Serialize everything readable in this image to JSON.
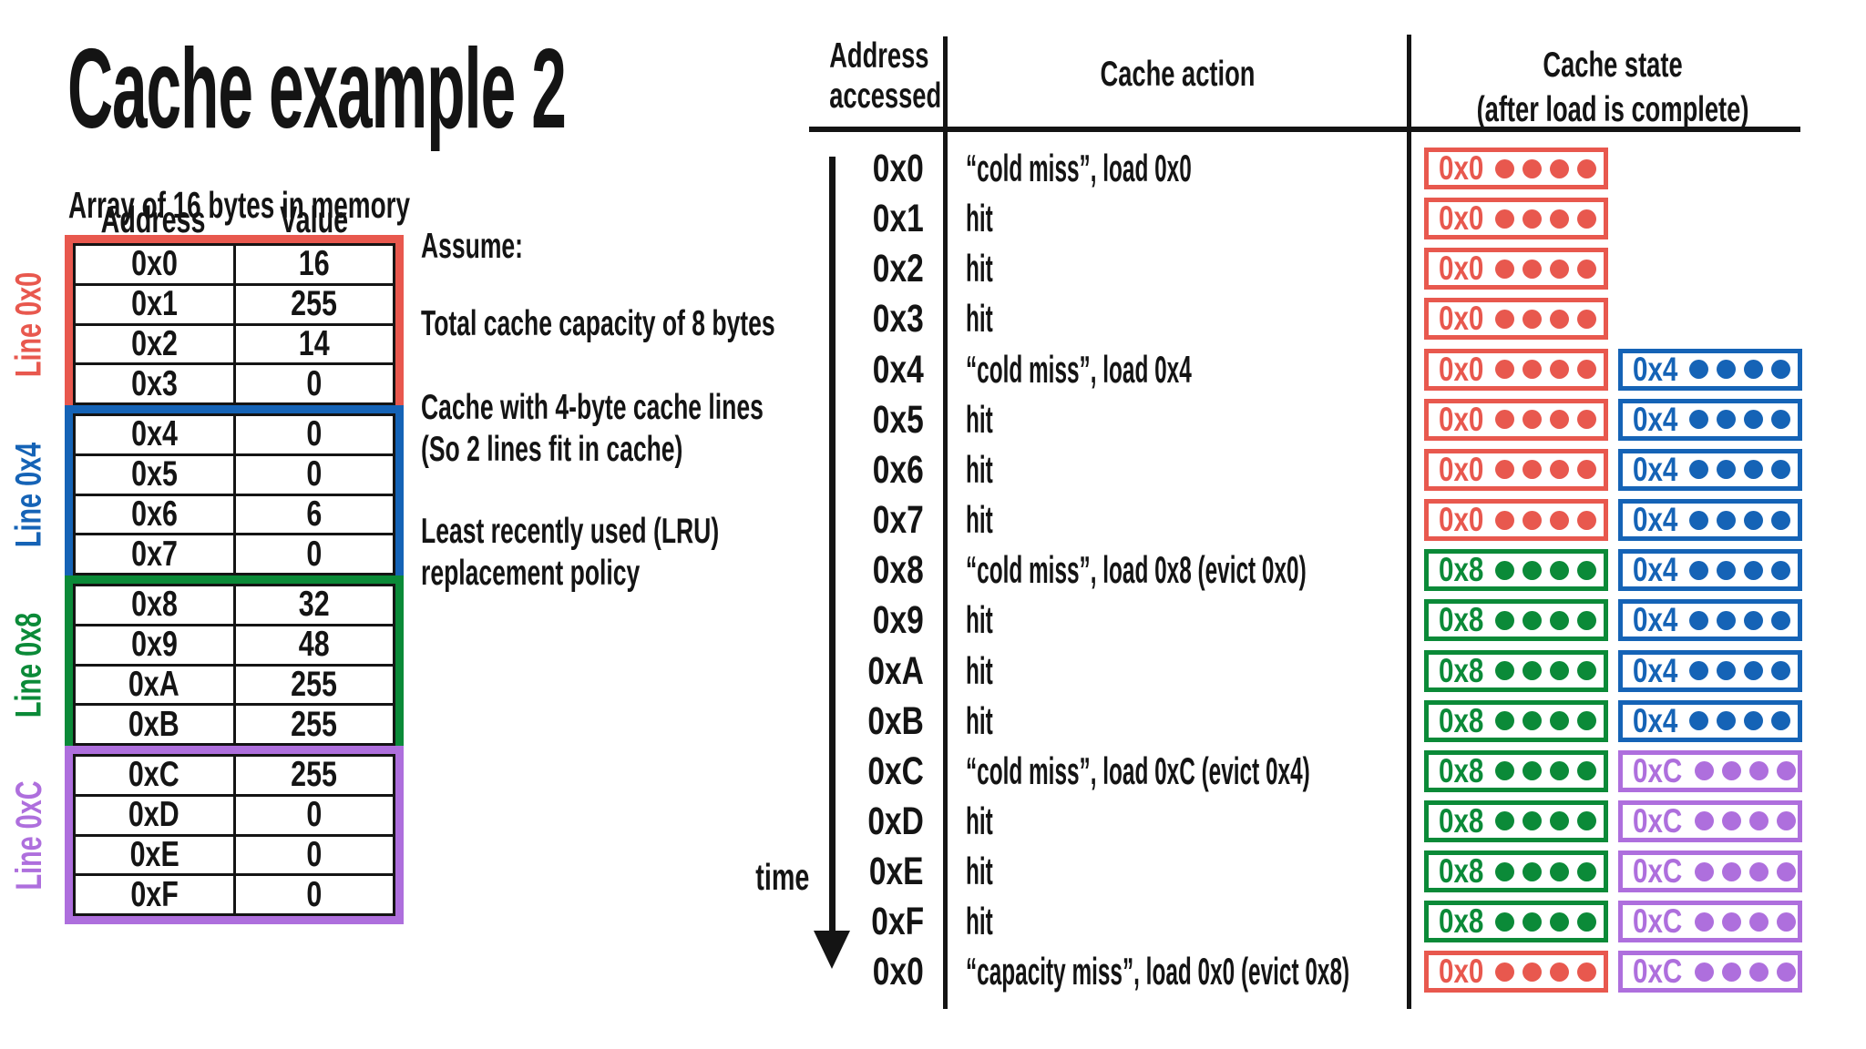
{
  "title": "Cache example 2",
  "colors": {
    "red": "#e8584e",
    "blue": "#1563b6",
    "green": "#0b8a38",
    "purple": "#ae6fdd",
    "ink": "#141414"
  },
  "memory": {
    "subtitle": "Array of 16 bytes in memory",
    "address_header": "Address",
    "value_header": "Value",
    "groups": [
      {
        "label": "Line 0x0",
        "color_key": "red",
        "rows": [
          {
            "addr": "0x0",
            "value": "16"
          },
          {
            "addr": "0x1",
            "value": "255"
          },
          {
            "addr": "0x2",
            "value": "14"
          },
          {
            "addr": "0x3",
            "value": "0"
          }
        ]
      },
      {
        "label": "Line 0x4",
        "color_key": "blue",
        "rows": [
          {
            "addr": "0x4",
            "value": "0"
          },
          {
            "addr": "0x5",
            "value": "0"
          },
          {
            "addr": "0x6",
            "value": "6"
          },
          {
            "addr": "0x7",
            "value": "0"
          }
        ]
      },
      {
        "label": "Line 0x8",
        "color_key": "green",
        "rows": [
          {
            "addr": "0x8",
            "value": "32"
          },
          {
            "addr": "0x9",
            "value": "48"
          },
          {
            "addr": "0xA",
            "value": "255"
          },
          {
            "addr": "0xB",
            "value": "255"
          }
        ]
      },
      {
        "label": "Line 0xC",
        "color_key": "purple",
        "rows": [
          {
            "addr": "0xC",
            "value": "255"
          },
          {
            "addr": "0xD",
            "value": "0"
          },
          {
            "addr": "0xE",
            "value": "0"
          },
          {
            "addr": "0xF",
            "value": "0"
          }
        ]
      }
    ]
  },
  "assumptions": {
    "heading": "Assume:",
    "items": [
      [
        "Total cache capacity of 8 bytes"
      ],
      [
        "Cache with 4-byte cache lines",
        "(So 2 lines fit in cache)"
      ],
      [
        "Least recently used (LRU)",
        "replacement policy"
      ]
    ]
  },
  "trace": {
    "headers": {
      "address": [
        "Address",
        "accessed"
      ],
      "action": [
        "Cache action"
      ],
      "state": [
        "Cache state",
        "(after load is complete)"
      ]
    },
    "time_label": "time",
    "dots_per_line": 4,
    "line_color_key": {
      "0x0": "red",
      "0x4": "blue",
      "0x8": "green",
      "0xC": "purple"
    },
    "rows": [
      {
        "addr": "0x0",
        "action": "“cold miss”, load 0x0",
        "state": [
          "0x0"
        ]
      },
      {
        "addr": "0x1",
        "action": "hit",
        "state": [
          "0x0"
        ]
      },
      {
        "addr": "0x2",
        "action": "hit",
        "state": [
          "0x0"
        ]
      },
      {
        "addr": "0x3",
        "action": "hit",
        "state": [
          "0x0"
        ]
      },
      {
        "addr": "0x4",
        "action": "“cold miss”, load 0x4",
        "state": [
          "0x0",
          "0x4"
        ]
      },
      {
        "addr": "0x5",
        "action": "hit",
        "state": [
          "0x0",
          "0x4"
        ]
      },
      {
        "addr": "0x6",
        "action": "hit",
        "state": [
          "0x0",
          "0x4"
        ]
      },
      {
        "addr": "0x7",
        "action": "hit",
        "state": [
          "0x0",
          "0x4"
        ]
      },
      {
        "addr": "0x8",
        "action": "“cold miss”, load 0x8 (evict 0x0)",
        "state": [
          "0x8",
          "0x4"
        ]
      },
      {
        "addr": "0x9",
        "action": "hit",
        "state": [
          "0x8",
          "0x4"
        ]
      },
      {
        "addr": "0xA",
        "action": "hit",
        "state": [
          "0x8",
          "0x4"
        ]
      },
      {
        "addr": "0xB",
        "action": "hit",
        "state": [
          "0x8",
          "0x4"
        ]
      },
      {
        "addr": "0xC",
        "action": "“cold miss”, load 0xC (evict 0x4)",
        "state": [
          "0x8",
          "0xC"
        ]
      },
      {
        "addr": "0xD",
        "action": "hit",
        "state": [
          "0x8",
          "0xC"
        ]
      },
      {
        "addr": "0xE",
        "action": "hit",
        "state": [
          "0x8",
          "0xC"
        ]
      },
      {
        "addr": "0xF",
        "action": "hit",
        "state": [
          "0x8",
          "0xC"
        ]
      },
      {
        "addr": "0x0",
        "action": "“capacity miss”, load 0x0 (evict 0x8)",
        "state": [
          "0x0",
          "0xC"
        ]
      }
    ]
  }
}
